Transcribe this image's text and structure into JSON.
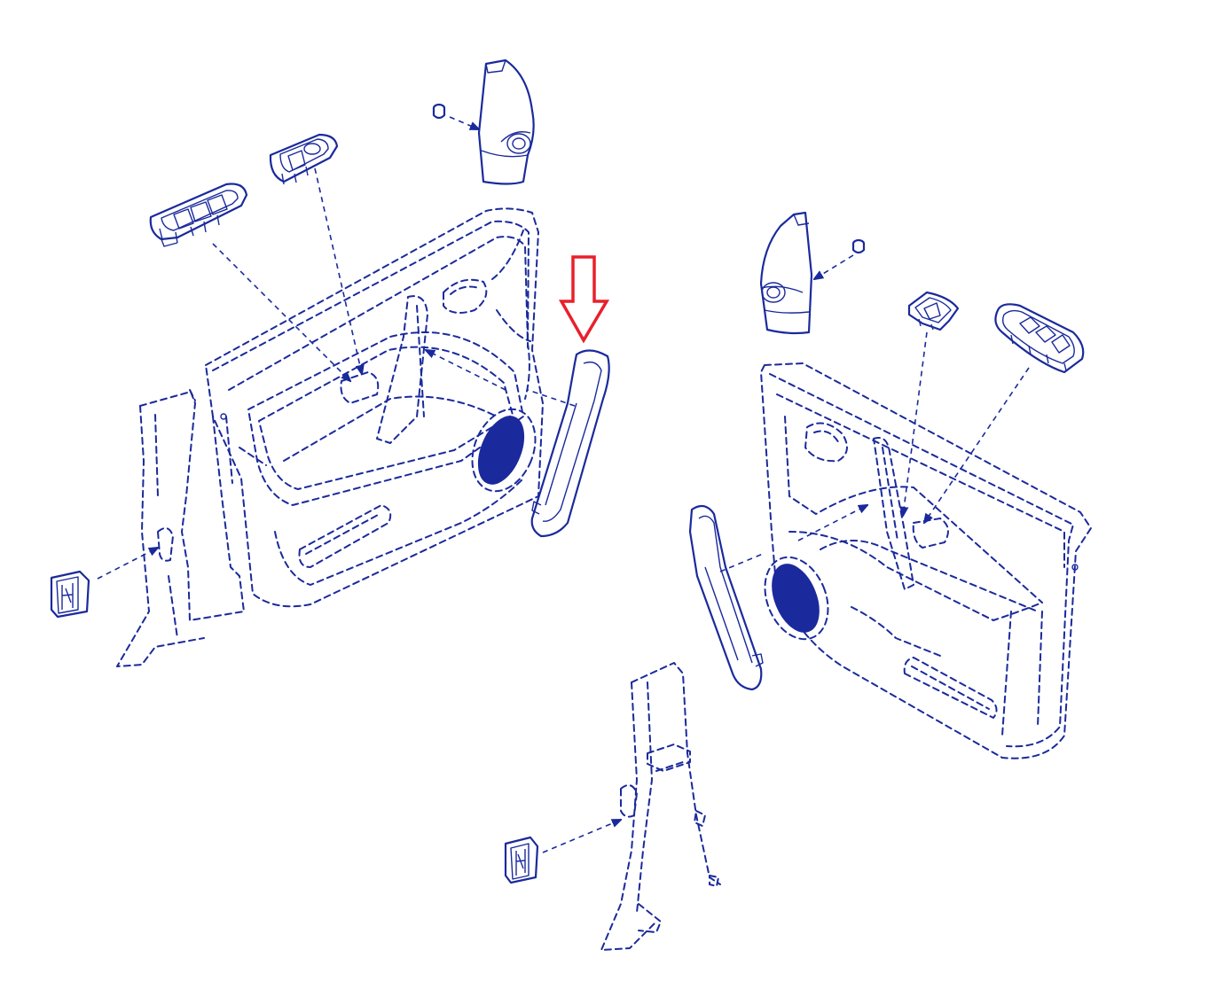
{
  "diagram": {
    "type": "exploded-parts-diagram",
    "colors": {
      "line": "#1a2a9c",
      "fill": "#0b1f8f",
      "highlight_arrow": "#e8202a"
    },
    "labels": [],
    "parts": [
      {
        "name": "left-door-panel",
        "style": "dashed"
      },
      {
        "name": "left-door-pull-handle-trim",
        "style": "solid",
        "highlighted": true
      },
      {
        "name": "left-mirror-sail-cover",
        "style": "solid"
      },
      {
        "name": "left-mirror-cover-clip",
        "style": "solid"
      },
      {
        "name": "left-window-switch-master",
        "style": "solid"
      },
      {
        "name": "left-window-switch-single",
        "style": "solid"
      },
      {
        "name": "left-speaker-grille",
        "style": "filled"
      },
      {
        "name": "left-b-pillar-trim",
        "style": "dashed"
      },
      {
        "name": "left-pillar-connector",
        "style": "solid"
      },
      {
        "name": "right-door-panel",
        "style": "dashed"
      },
      {
        "name": "right-door-pull-handle-trim",
        "style": "solid"
      },
      {
        "name": "right-mirror-sail-cover",
        "style": "solid"
      },
      {
        "name": "right-mirror-cover-clip",
        "style": "solid"
      },
      {
        "name": "right-window-switch-master",
        "style": "solid"
      },
      {
        "name": "right-window-switch-single",
        "style": "solid"
      },
      {
        "name": "right-speaker-grille",
        "style": "filled"
      },
      {
        "name": "right-b-pillar-trim",
        "style": "dashed"
      },
      {
        "name": "right-pillar-connector",
        "style": "solid"
      }
    ],
    "indicator": {
      "icon": "down-arrow-icon",
      "points_to": "left-door-pull-handle-trim"
    }
  }
}
